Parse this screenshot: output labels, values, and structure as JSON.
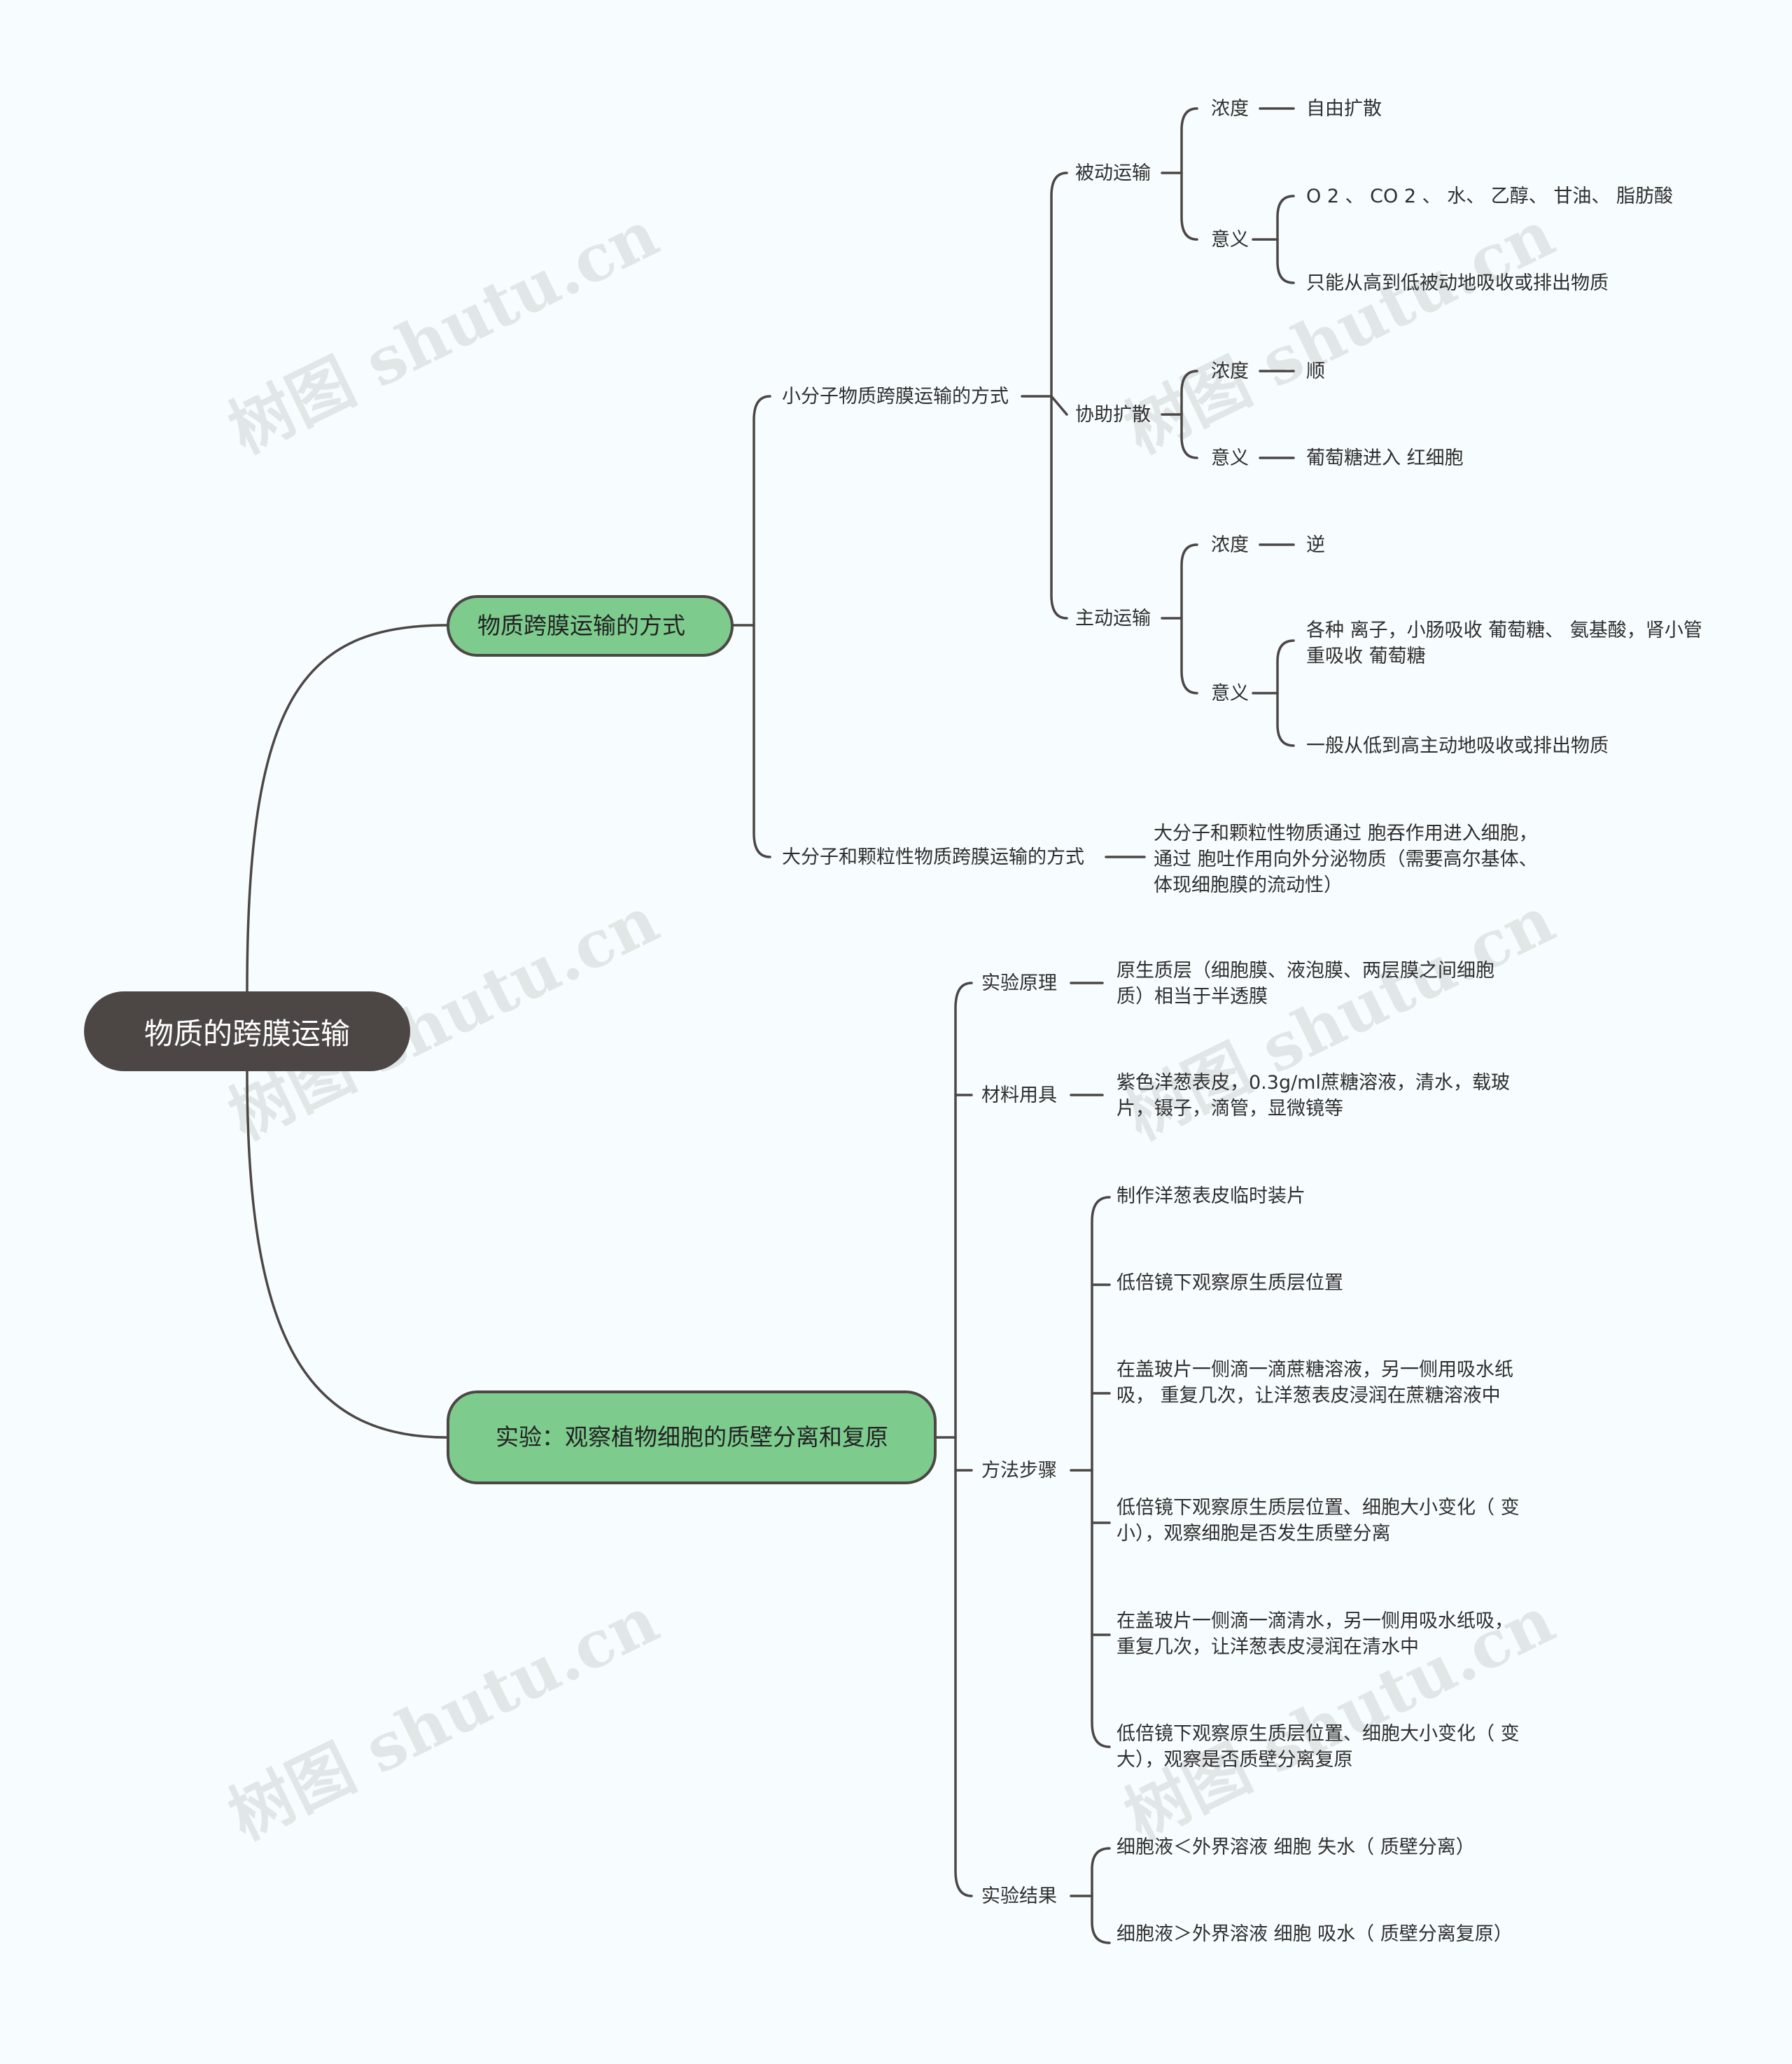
{
  "root": {
    "label": "物质的跨膜运输"
  },
  "branch1": {
    "label": "物质跨膜运输的方式",
    "small": {
      "label": "小分子物质跨膜运输的方式",
      "passive": {
        "label": "被动运输",
        "conc_label": "浓度",
        "conc_value": "自由扩散",
        "meaning_label": "意义",
        "meaning_1": "O 2 、 CO 2 、 水、 乙醇、 甘油、 脂肪酸",
        "meaning_2": "只能从高到低被动地吸收或排出物质"
      },
      "facilitated": {
        "label": "协助扩散",
        "conc_label": "浓度",
        "conc_value": "顺",
        "meaning_label": "意义",
        "meaning_value": "葡萄糖进入 红细胞"
      },
      "active": {
        "label": "主动运输",
        "conc_label": "浓度",
        "conc_value": "逆",
        "meaning_label": "意义",
        "meaning_1": "各种 离子，小肠吸收 葡萄糖、 氨基酸，肾小管重吸收 葡萄糖",
        "meaning_2": "一般从低到高主动地吸收或排出物质"
      }
    },
    "large": {
      "label": "大分子和颗粒性物质跨膜运输的方式",
      "value": "大分子和颗粒性物质通过 胞吞作用进入细胞，通过 胞吐作用向外分泌物质（需要高尔基体、体现细胞膜的流动性）"
    }
  },
  "branch2": {
    "label": "实验：观察植物细胞的质壁分离和复原",
    "principle": {
      "label": "实验原理",
      "value": "原生质层（细胞膜、液泡膜、两层膜之间细胞质）相当于半透膜"
    },
    "materials": {
      "label": "材料用具",
      "value": " 紫色洋葱表皮，0.3g/ml蔗糖溶液，清水，载玻片，镊子，滴管，显微镜等"
    },
    "steps": {
      "label": "方法步骤",
      "items": [
        "制作洋葱表皮临时装片",
        "低倍镜下观察原生质层位置",
        "在盖玻片一侧滴一滴蔗糖溶液，另一侧用吸水纸吸， 重复几次，让洋葱表皮浸润在蔗糖溶液中",
        "低倍镜下观察原生质层位置、细胞大小变化（ 变小），观察细胞是否发生质壁分离",
        "在盖玻片一侧滴一滴清水，另一侧用吸水纸吸， 重复几次，让洋葱表皮浸润在清水中",
        "低倍镜下观察原生质层位置、细胞大小变化（ 变大），观察是否质壁分离复原"
      ]
    },
    "results": {
      "label": "实验结果",
      "items": [
        "细胞液＜外界溶液 细胞 失水（ 质壁分离）",
        "细胞液＞外界溶液 细胞 吸水（ 质壁分离复原）"
      ]
    }
  },
  "watermark": "树图 shutu.cn",
  "colors": {
    "root": "#4c4645",
    "main": "#7dcc8e",
    "line": "#4c4645"
  }
}
